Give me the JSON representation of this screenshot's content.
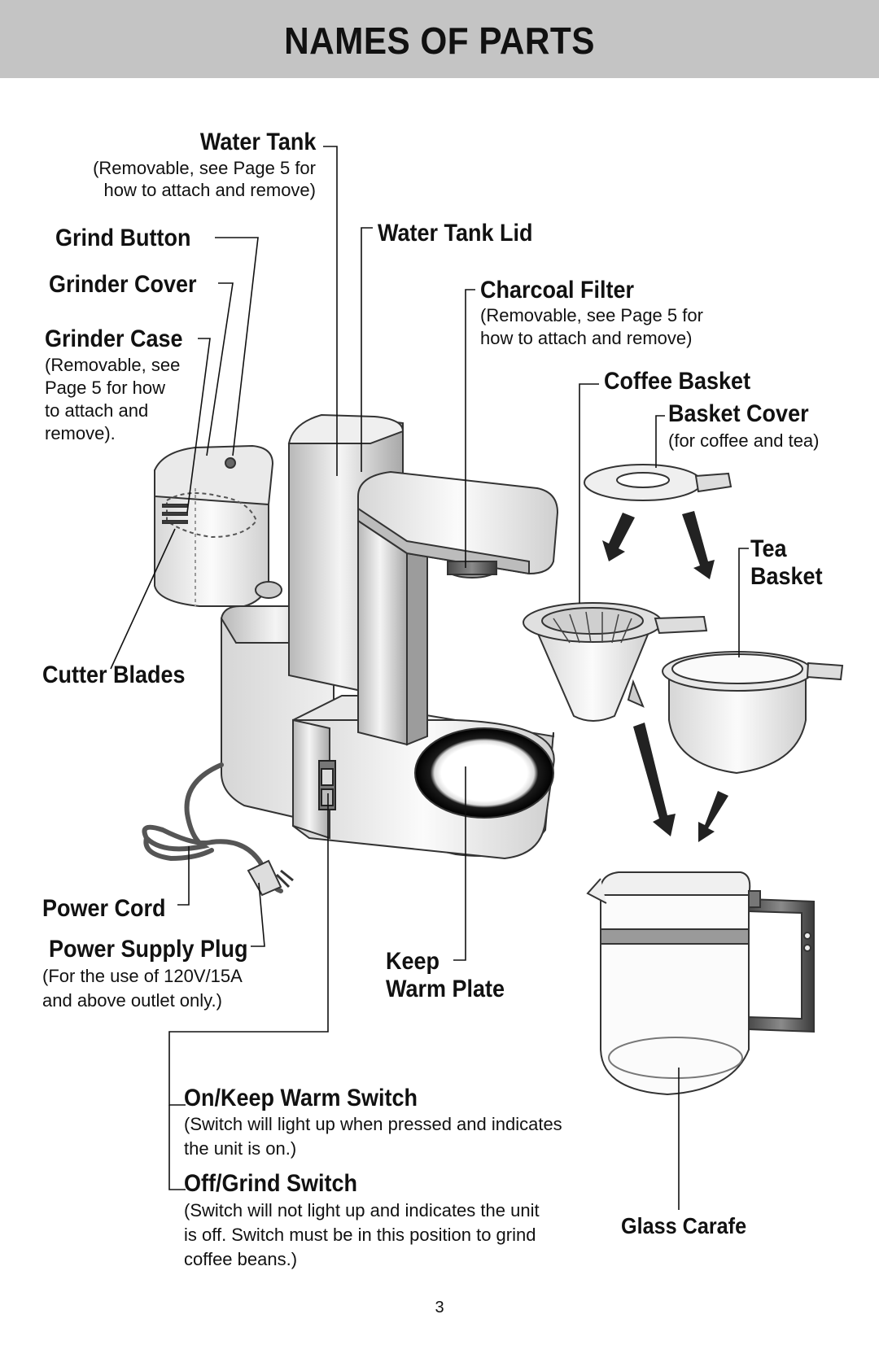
{
  "title": "NAMES OF PARTS",
  "parts": {
    "water_tank": {
      "label": "Water Tank",
      "note_line1": "(Removable, see Page 5 for",
      "note_line2": "how to attach and remove)"
    },
    "grind_button": {
      "label": "Grind Button"
    },
    "grinder_cover": {
      "label": "Grinder Cover"
    },
    "grinder_case": {
      "label": "Grinder Case",
      "note_line1": "(Removable, see",
      "note_line2": "Page 5 for how",
      "note_line3": "to attach and",
      "note_line4": "remove)."
    },
    "water_tank_lid": {
      "label": "Water Tank Lid"
    },
    "charcoal_filter": {
      "label": "Charcoal Filter",
      "note_line1": "(Removable, see Page 5 for",
      "note_line2": "how to attach and remove)"
    },
    "coffee_basket": {
      "label": "Coffee Basket"
    },
    "basket_cover": {
      "label": "Basket Cover",
      "note": "(for coffee and tea)"
    },
    "tea_basket": {
      "label_line1": "Tea",
      "label_line2": "Basket"
    },
    "cutter_blades": {
      "label": "Cutter Blades"
    },
    "power_cord": {
      "label": "Power Cord"
    },
    "power_supply_plug": {
      "label": "Power Supply Plug",
      "note_line1": "(For the use of 120V/15A",
      "note_line2": "and above outlet only.)"
    },
    "keep_warm_plate": {
      "label_line1": "Keep",
      "label_line2": "Warm Plate"
    },
    "on_keep_warm_switch": {
      "label": "On/Keep Warm Switch",
      "note_line1": "(Switch will light up when pressed and indicates",
      "note_line2": "the unit is on.)"
    },
    "off_grind_switch": {
      "label": "Off/Grind Switch",
      "note_line1": "(Switch will not light up and indicates the unit",
      "note_line2": "is off.  Switch must be in this position to grind",
      "note_line3": "coffee beans.)"
    },
    "glass_carafe": {
      "label": "Glass Carafe"
    }
  },
  "page_number": "3"
}
